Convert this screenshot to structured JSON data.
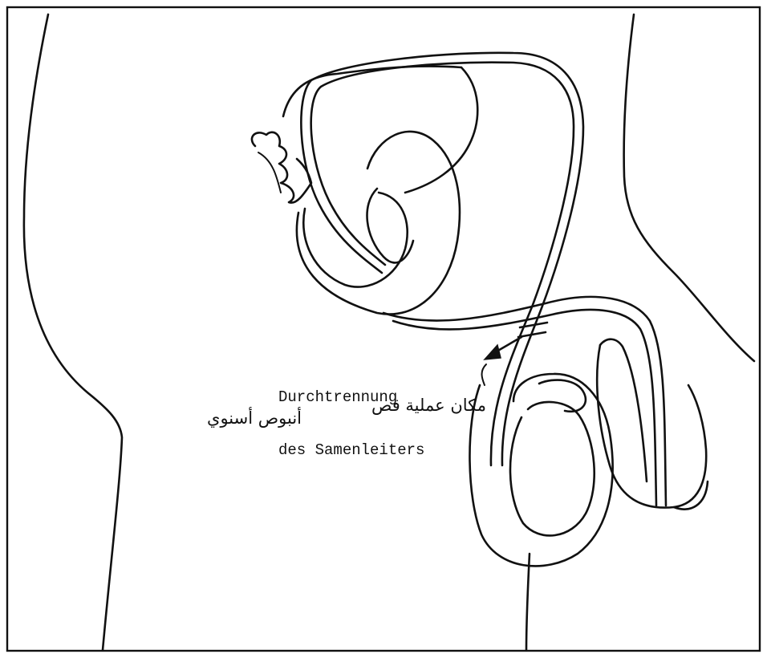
{
  "labels": {
    "german_line1": "Durchtrennung",
    "german_line2": "des Samenleiters",
    "arabic_part1": "مكان عملية قص",
    "arabic_part2": "أنبوص أسنوي"
  },
  "colors": {
    "ink": "#111111",
    "background": "#ffffff"
  }
}
